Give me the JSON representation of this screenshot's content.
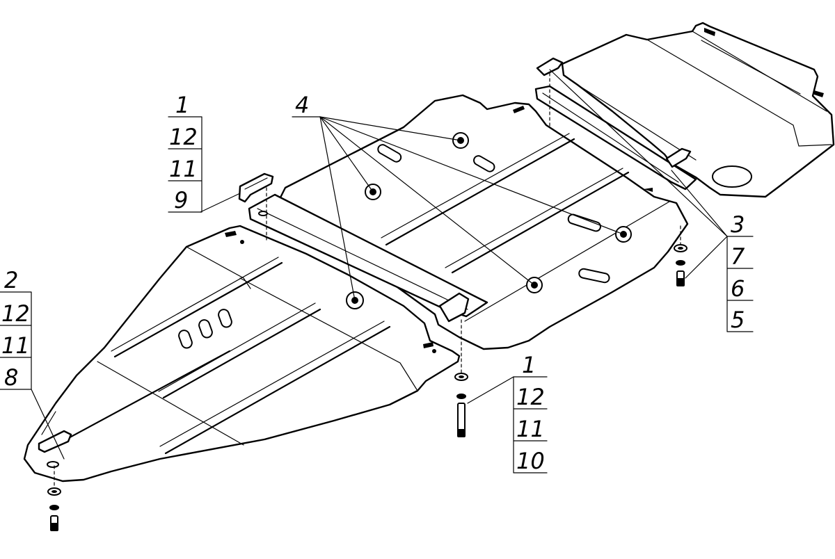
{
  "callouts": [
    {
      "id": "group_top_left",
      "items": [
        "1",
        "12",
        "11",
        "9"
      ]
    },
    {
      "id": "group_left",
      "items": [
        "2",
        "12",
        "11",
        "8"
      ]
    },
    {
      "id": "group_bottom_center",
      "items": [
        "1",
        "12",
        "11",
        "10"
      ]
    },
    {
      "id": "group_right",
      "items": [
        "3",
        "7",
        "6",
        "5"
      ]
    }
  ],
  "part_label_4": "4"
}
